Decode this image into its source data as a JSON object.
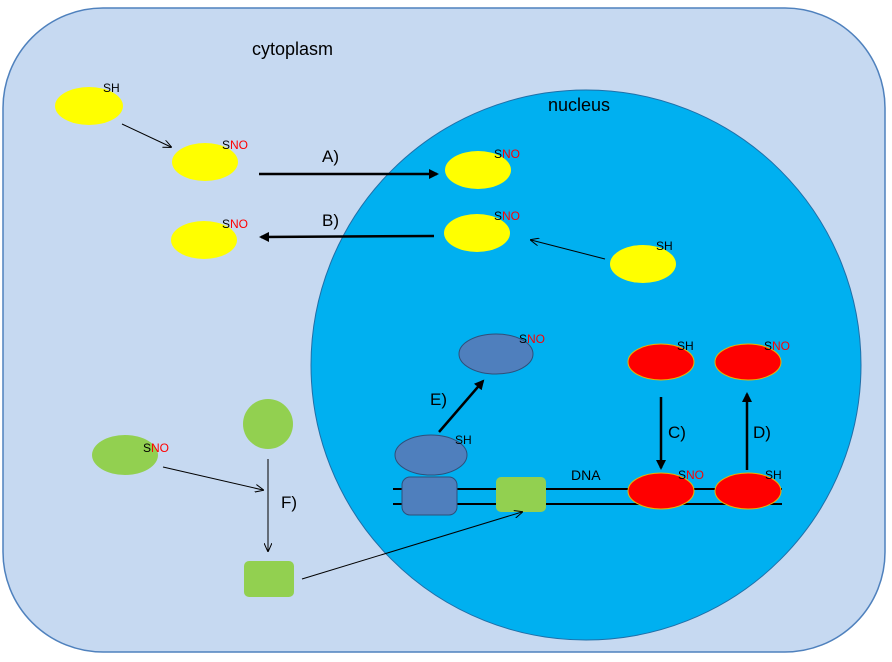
{
  "labels": {
    "cytoplasm": "cytoplasm",
    "nucleus": "nucleus",
    "dna": "DNA",
    "sh": "SH",
    "s": "S",
    "no": "NO",
    "step_a": "A)",
    "step_b": "B)",
    "step_c": "C)",
    "step_d": "D)",
    "step_e": "E)",
    "step_f": "F)"
  },
  "colors": {
    "cell_fill": "#c6d9f1",
    "cell_stroke": "#4f81bd",
    "nucleus_fill": "#00b0f0",
    "nucleus_stroke": "#1f6fa8",
    "yellow_protein": "#ffff00",
    "red_protein": "#ff0000",
    "red_protein_stroke": "#e6b800",
    "blue_protein": "#4f7fbd",
    "blue_protein_stroke": "#2e4f7a",
    "green_protein": "#92d050",
    "no_text": "#ff0000"
  }
}
